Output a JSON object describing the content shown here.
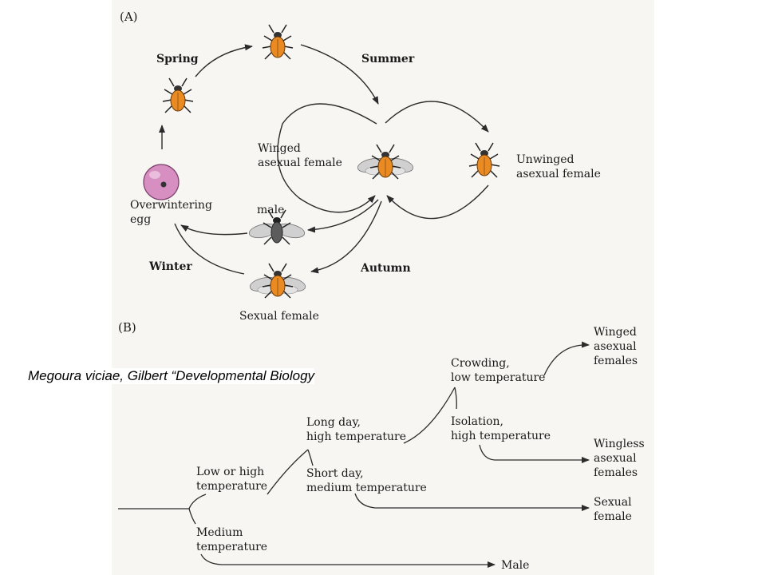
{
  "panel_a": {
    "label": "(A)",
    "seasons": {
      "spring": "Spring",
      "summer": "Summer",
      "winter": "Winter",
      "autumn": "Autumn"
    },
    "nodes": {
      "winged_asexual_female": [
        "Winged",
        "asexual female"
      ],
      "unwinged_asexual_female": [
        "Unwinged",
        "asexual female"
      ],
      "overwintering_egg": [
        "Overwintering",
        "egg"
      ],
      "male": "male",
      "sexual_female": "Sexual female"
    }
  },
  "panel_b": {
    "label": "(B)",
    "conditions": {
      "low_or_high": [
        "Low or high",
        "temperature"
      ],
      "medium": [
        "Medium",
        "temperature"
      ],
      "long_day": [
        "Long day,",
        "high temperature"
      ],
      "short_day": [
        "Short day,",
        "medium temperature"
      ],
      "crowding": [
        "Crowding,",
        "low temperature"
      ],
      "isolation": [
        "Isolation,",
        "high temperature"
      ]
    },
    "outcomes": {
      "winged": [
        "Winged",
        "asexual",
        "females"
      ],
      "wingless": [
        "Wingless",
        "asexual",
        "females"
      ],
      "sexual": [
        "Sexual",
        "female"
      ],
      "male": "Male"
    }
  },
  "caption": "Megoura viciae, Gilbert “Developmental Biology",
  "colors": {
    "body": "#e98a22",
    "wing": "#c9c9c9",
    "line": "#2b2b2b",
    "egg": "#d68fc0",
    "male_body": "#5c5c5c"
  }
}
